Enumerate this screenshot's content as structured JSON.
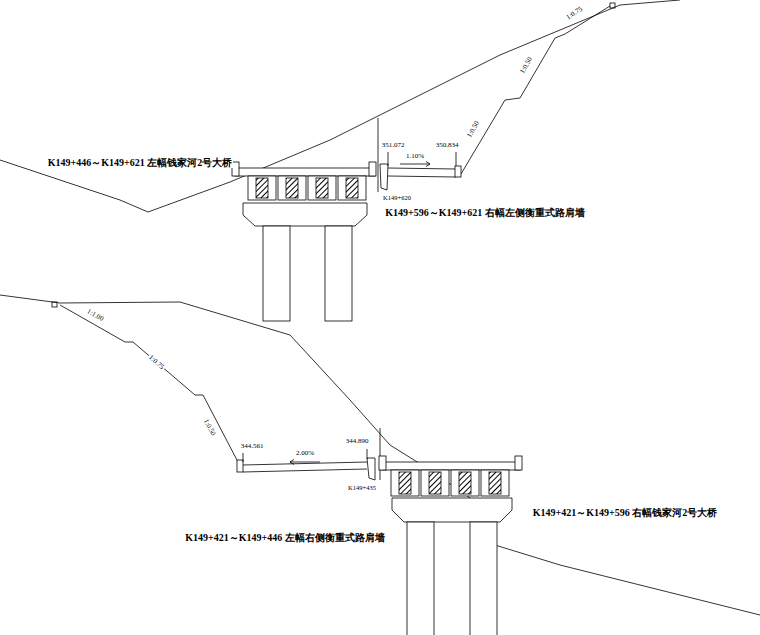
{
  "diagram": {
    "labels": [
      "K149+446～K149+621  左幅钱家河2号大桥",
      "351.072",
      "350.834",
      "1.10%",
      "1:0.50",
      "1:0.50",
      "1:0.75",
      "K149+620",
      "K149+596～K149+621  右幅左侧衡重式路肩墙",
      "1:1.00",
      "1:0.75",
      "1:0.50",
      "344.561",
      "344.890",
      "2.00%",
      "K149+435",
      "K149+421～K149+446  左幅右侧衡重式路肩墙",
      "K149+421～K149+596  右幅钱家河2号大桥"
    ]
  }
}
